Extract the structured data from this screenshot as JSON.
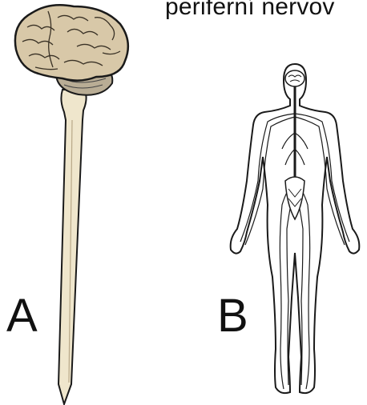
{
  "caption": "periferní nervov",
  "labels": {
    "a": "A",
    "b": "B"
  },
  "colors": {
    "brain_fill": "#d8c8a8",
    "cord_fill": "#efe6cc",
    "outline": "#1a1a1a",
    "cerebellum": "#b9ad95"
  }
}
